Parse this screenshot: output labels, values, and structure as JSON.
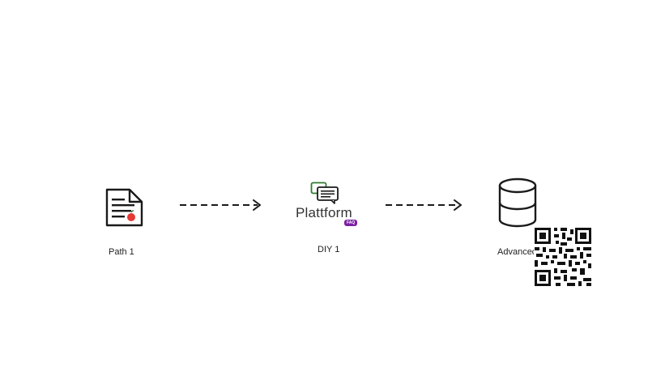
{
  "nodes": [
    {
      "id": "path",
      "label": "Path 1"
    },
    {
      "id": "diy",
      "label": "DIY 1",
      "brand_name": "Plattform",
      "brand_badge": "FAQ"
    },
    {
      "id": "advanced",
      "label": "Advanced"
    }
  ],
  "colors": {
    "ink": "#1a1a1a",
    "accent_red": "#e53935",
    "brand_green": "#2e7d32",
    "badge_purple": "#7b1fa2"
  },
  "icons": {
    "path": "document-icon",
    "diy": "chat-bubbles-icon",
    "advanced": "database-icon",
    "qr": "qr-code-icon"
  }
}
